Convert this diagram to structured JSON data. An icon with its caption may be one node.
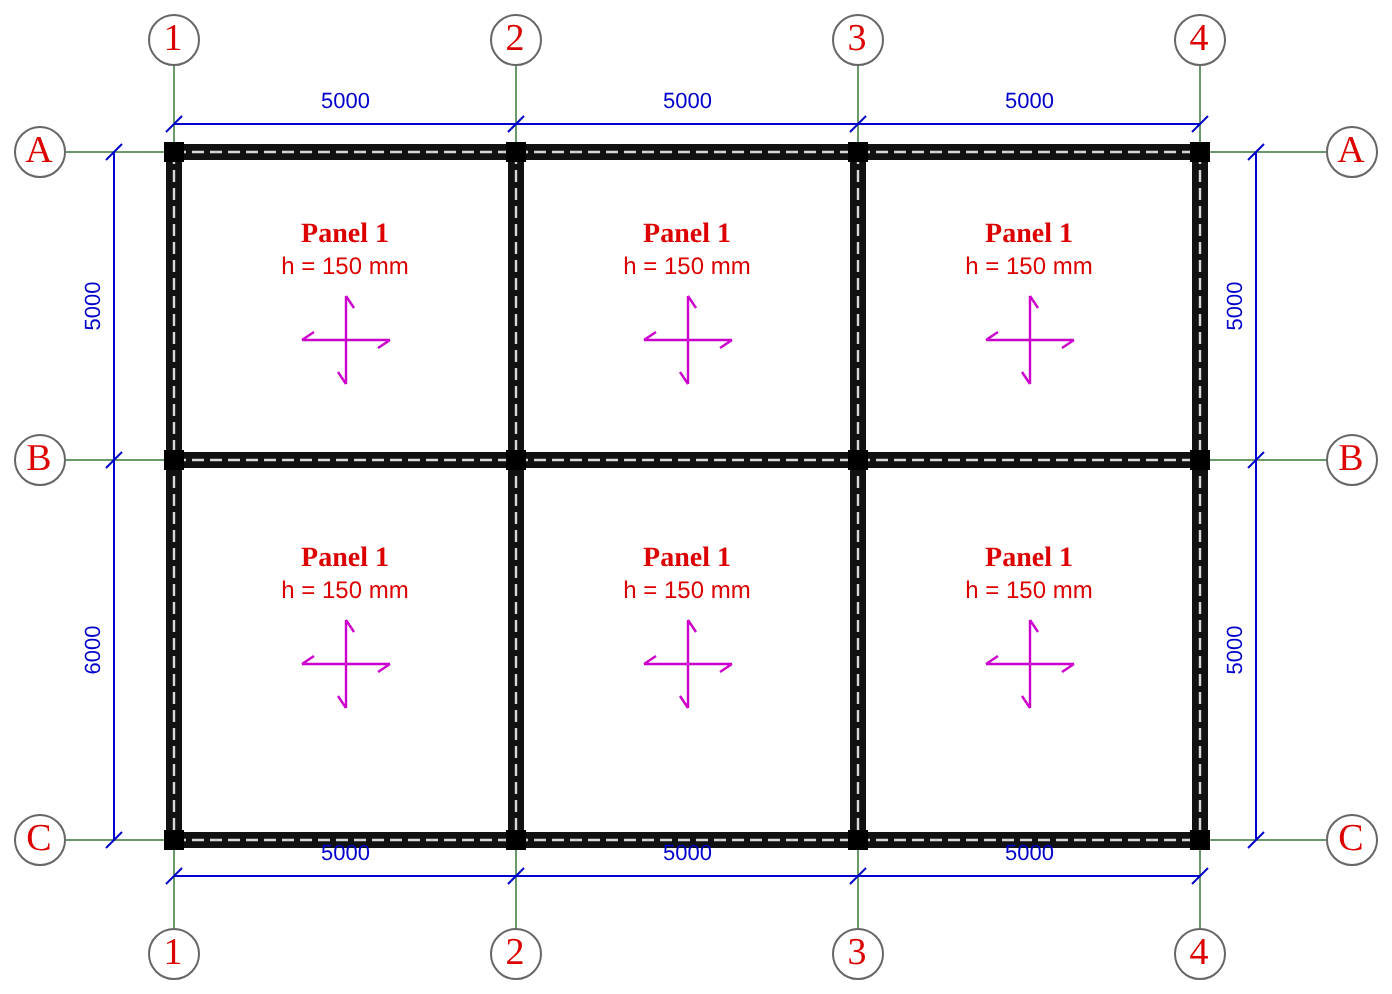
{
  "diagram": {
    "nodes": [
      {
        "text": [
          "Panel 1",
          "h = 150 mm"
        ]
      },
      {
        "text": [
          "Panel 1",
          "h = 150 mm"
        ]
      },
      {
        "text": [
          "Panel 1",
          "h = 150 mm"
        ]
      },
      {
        "text": [
          "Panel 1",
          "h = 150 mm"
        ]
      },
      {
        "text": [
          "Panel 1",
          "h = 150 mm"
        ]
      },
      {
        "text": [
          "Panel 1",
          "h = 150 mm"
        ]
      }
    ],
    "edges": [],
    "labels": [
      "1",
      "2",
      "3",
      "4",
      "5000",
      "5000",
      "5000",
      "A",
      "A",
      "5000",
      "5000",
      "B",
      "B",
      "6000",
      "5000",
      "C",
      "C",
      "5000",
      "5000",
      "5000",
      "1",
      "2",
      "3",
      "4"
    ]
  }
}
